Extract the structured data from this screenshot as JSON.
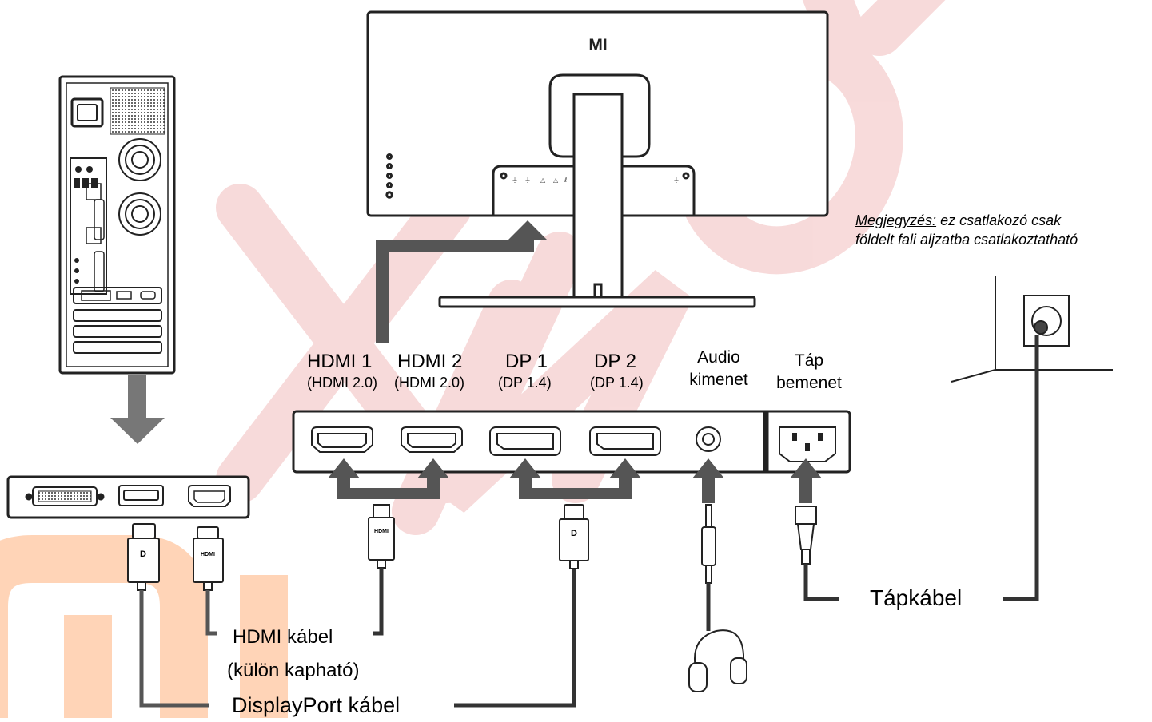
{
  "brand": {
    "monitor_logo": "MI"
  },
  "ports": [
    {
      "name": "HDMI 1",
      "spec": "(HDMI 2.0)"
    },
    {
      "name": "HDMI 2",
      "spec": "(HDMI 2.0)"
    },
    {
      "name": "DP 1",
      "spec": "(DP 1.4)"
    },
    {
      "name": "DP 2",
      "spec": "(DP 1.4)"
    },
    {
      "name_line1": "Audio",
      "name_line2": "kimenet"
    },
    {
      "name_line1": "Táp",
      "name_line2": "bemenet"
    }
  ],
  "cables": {
    "hdmi_line1": "HDMI kábel",
    "hdmi_line2": "(külön kapható)",
    "displayport": "DisplayPort kábel",
    "power": "Tápkábel"
  },
  "connector_marks": {
    "hdmi": "HDMI",
    "dp": "D"
  },
  "note": {
    "label": "Megjegyzés:",
    "line1_rest": " ez csatlakozó csak",
    "line2": "földelt fali aljzatba csatlakoztatható"
  },
  "watermark": {
    "text": "Xiaomi",
    "color": "#cc0000",
    "logo_color": "#ff6900"
  },
  "colors": {
    "line": "#333333",
    "arrow": "#555555",
    "outline": "#222222"
  }
}
